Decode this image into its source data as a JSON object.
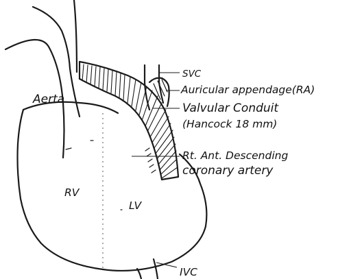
{
  "labels": {
    "svc": "SVC",
    "auricular": "Auricular appendage(RA)",
    "valvular_line1": "Valvular Conduit",
    "valvular_line2": "(Hancock 18 mm)",
    "rt_ant_line1": "Rt. Ant. Descending",
    "rt_ant_line2": "coronary artery",
    "aorta": "Aerta",
    "rv": "RV",
    "lv": "LV",
    "ivc": "IVC"
  },
  "colors": {
    "ink": "#1a1a1a",
    "background": "#ffffff"
  }
}
